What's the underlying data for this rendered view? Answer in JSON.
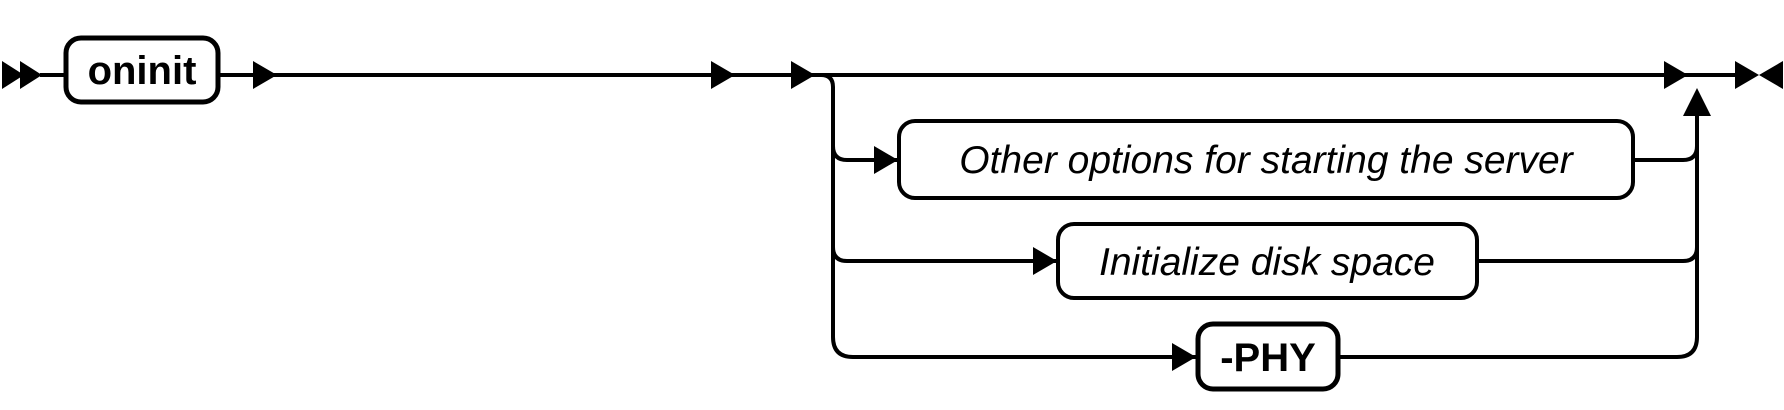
{
  "diagram": {
    "kind": "railroad-syntax-diagram",
    "colors": {
      "background": "#ffffff",
      "line": "#000000",
      "box_fill": "#ffffff",
      "text": "#000000"
    },
    "icons": {
      "start": "double-right-arrow",
      "end": "facing-arrows",
      "flow": "right-arrowhead",
      "merge": "up-arrowhead"
    },
    "main_path": [
      {
        "kind": "keyword",
        "label": "oninit",
        "text_style": "bold"
      }
    ],
    "optional_branches": [
      {
        "kind": "fragment",
        "label": "Other options for starting the server",
        "text_style": "italic"
      },
      {
        "kind": "fragment",
        "label": "Initialize disk space",
        "text_style": "italic"
      },
      {
        "kind": "keyword",
        "label": "-PHY",
        "text_style": "bold"
      }
    ]
  }
}
